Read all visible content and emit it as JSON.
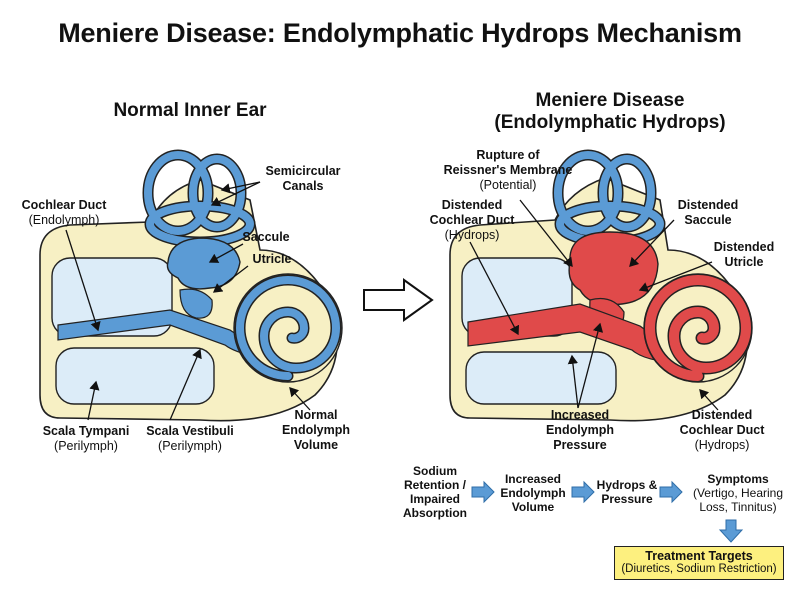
{
  "title": "Meniere Disease: Endolymphatic Hydrops Mechanism",
  "left_panel": {
    "title": "Normal Inner Ear",
    "labels": {
      "semicircular": [
        "Semicircular",
        "Canals"
      ],
      "cochlear_duct": {
        "name": "Cochlear Duct",
        "sub": "(Endolymph)"
      },
      "saccule": "Saccule",
      "utricle": "Utricle",
      "scala_tympani": {
        "name": "Scala Tympani",
        "sub": "(Perilymph)"
      },
      "scala_vestibuli": {
        "name": "Scala Vestibuli",
        "sub": "(Perilymph)"
      },
      "normal_volume": [
        "Normal",
        "Endolymph",
        "Volume"
      ]
    }
  },
  "right_panel": {
    "title": [
      "Meniere Disease",
      "(Endolymphatic Hydrops)"
    ],
    "labels": {
      "rupture": {
        "lines": [
          "Rupture of",
          "Reissner's Membrane"
        ],
        "sub": "(Potential)"
      },
      "distended_cochlear_left": {
        "lines": [
          "Distended",
          "Cochlear Duct"
        ],
        "sub": "(Hydrops)"
      },
      "distended_saccule": [
        "Distended",
        "Saccule"
      ],
      "distended_utricle": [
        "Distended",
        "Utricle"
      ],
      "increased_pressure": [
        "Increased",
        "Endolymph",
        "Pressure"
      ],
      "distended_cochlear_right": {
        "lines": [
          "Distended",
          "Cochlear Duct"
        ],
        "sub": "(Hydrops)"
      }
    }
  },
  "flow": {
    "steps": [
      [
        "Sodium",
        "Retention /",
        "Impaired",
        "Absorption"
      ],
      [
        "Increased",
        "Endolymph",
        "Volume"
      ],
      [
        "Hydrops &",
        "Pressure"
      ]
    ],
    "symptoms": {
      "title": "Symptoms",
      "lines": [
        "(Vertigo, Hearing",
        "Loss, Tinnitus)"
      ]
    },
    "treatment": {
      "title": "Treatment Targets",
      "sub": "(Diuretics, Sodium Restriction)"
    }
  },
  "colors": {
    "normal_endolymph": "#5b9bd5",
    "hydrops": "#e04a4a",
    "perilymph": "#dcecf8",
    "bone": "#f7f0c4",
    "flow_arrow": "#5b9bd5",
    "treatment_box": "#fdf07f"
  }
}
